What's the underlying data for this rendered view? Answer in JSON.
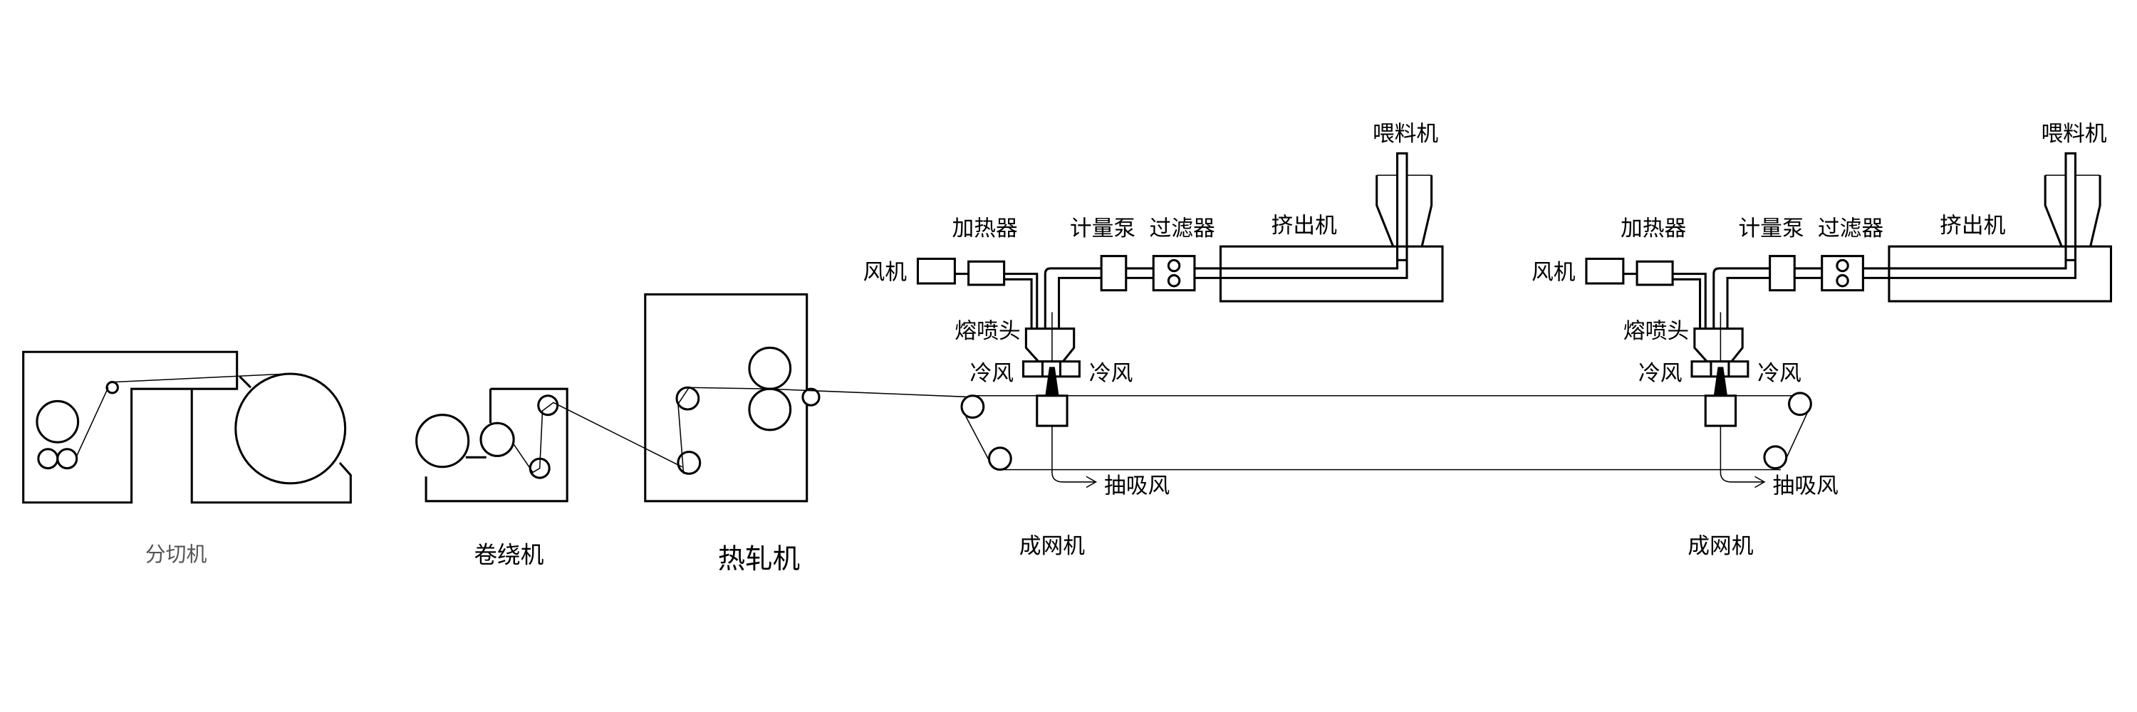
{
  "diagram": {
    "type": "process-flow",
    "description": "Melt-blown nonwoven production line",
    "machines": {
      "slitter": "分切机",
      "winder": "卷绕机",
      "hot_roller": "热轧机",
      "web_former_1": "成网机",
      "web_former_2": "成网机"
    },
    "station_1": {
      "feeder": "喂料机",
      "extruder": "挤出机",
      "filter": "过滤器",
      "metering_pump": "计量泵",
      "heater": "加热器",
      "blower": "风机",
      "die_head": "熔喷头",
      "cool_air_left": "冷风",
      "cool_air_right": "冷风",
      "suction_air": "抽吸风"
    },
    "station_2": {
      "feeder": "喂料机",
      "extruder": "挤出机",
      "filter": "过滤器",
      "metering_pump": "计量泵",
      "heater": "加热器",
      "blower": "风机",
      "die_head": "熔喷头",
      "cool_air_left": "冷风",
      "cool_air_right": "冷风",
      "suction_air": "抽吸风"
    },
    "flow_order": [
      "喂料机",
      "挤出机",
      "过滤器",
      "计量泵",
      "熔喷头",
      "成网机",
      "热轧机",
      "卷绕机",
      "分切机"
    ]
  }
}
